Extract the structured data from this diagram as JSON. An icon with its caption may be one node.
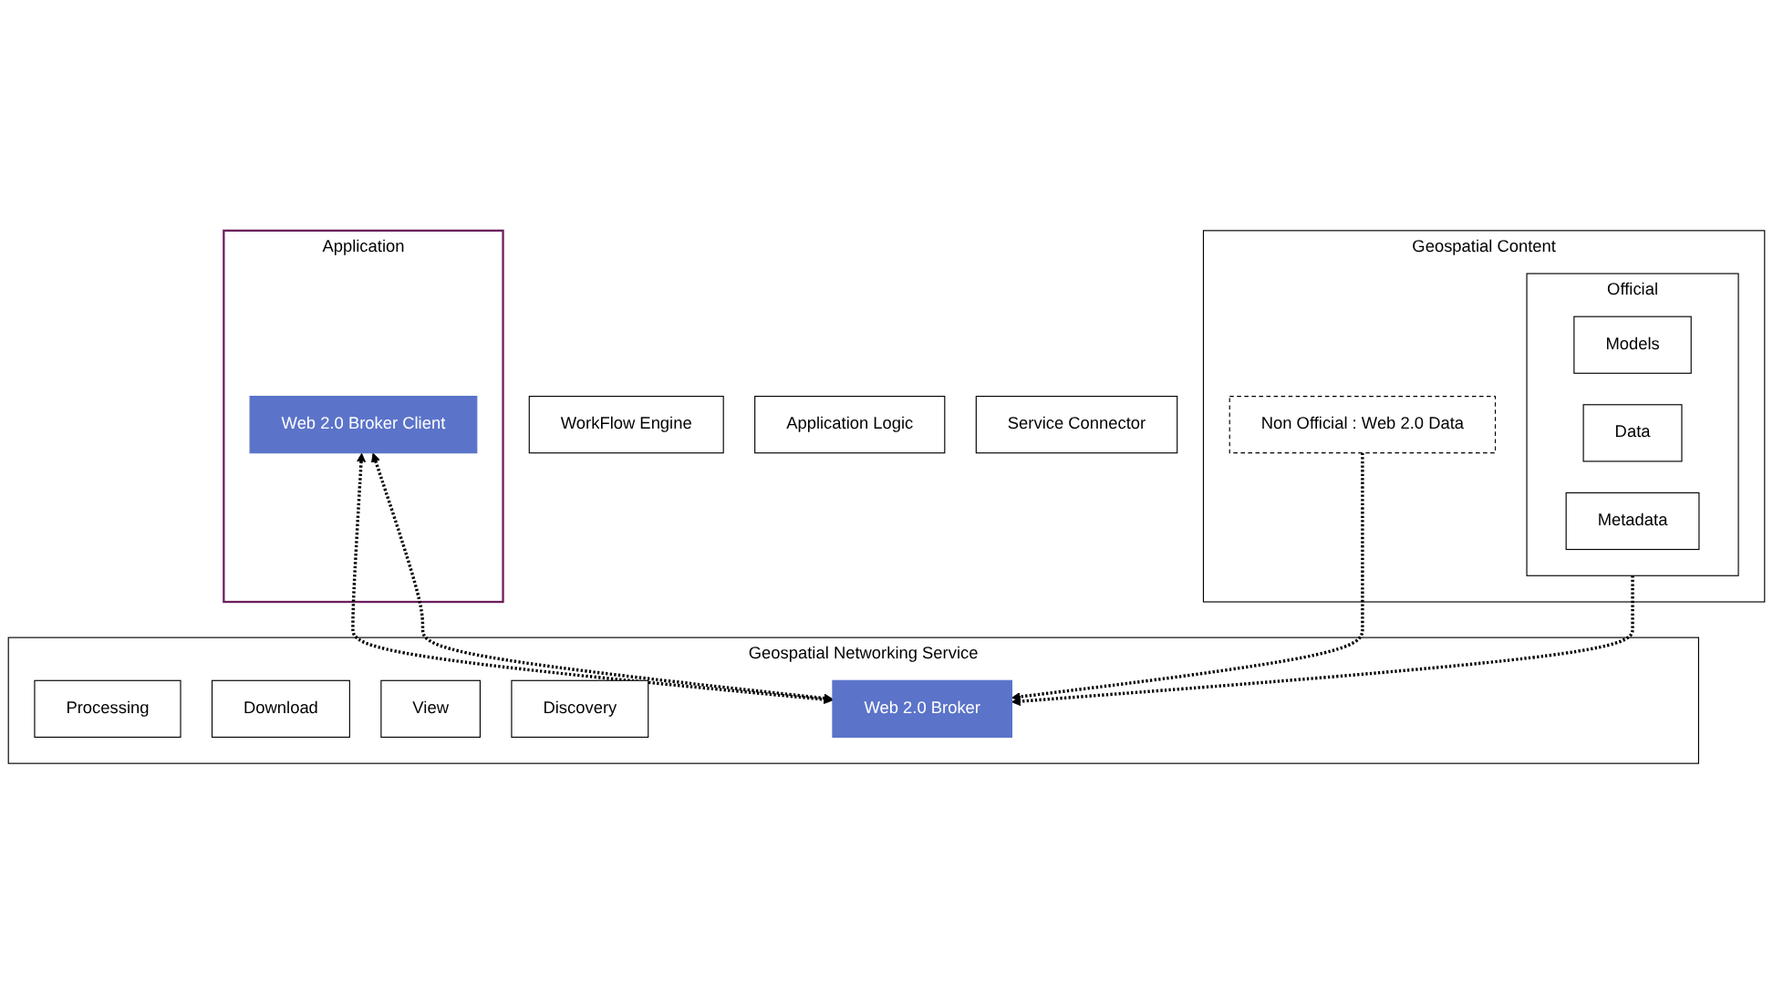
{
  "diagram": {
    "nodes": [
      {
        "text": [
          "Application"
        ]
      },
      {
        "text": [
          "Web 2.0 Broker Client"
        ],
        "in": 0
      },
      {
        "text": [
          "WorkFlow Engine"
        ]
      },
      {
        "text": [
          "Application Logic"
        ]
      },
      {
        "text": [
          "Service Connector"
        ]
      },
      {
        "text": [
          "Geospatial Networking Service"
        ]
      },
      {
        "text": [
          "Processing"
        ],
        "in": 5
      },
      {
        "text": [
          "Download"
        ],
        "in": 5
      },
      {
        "text": [
          "View"
        ],
        "in": 5
      },
      {
        "text": [
          "Discovery"
        ],
        "in": 5
      },
      {
        "text": [
          "Web 2.0 Broker"
        ],
        "in": 5
      },
      {
        "text": [
          "Geospatial Content"
        ]
      },
      {
        "text": [
          "Official"
        ],
        "in": 11
      },
      {
        "text": [
          "Models"
        ],
        "in": 12
      },
      {
        "text": [
          "Data"
        ],
        "in": 12
      },
      {
        "text": [
          "Metadata"
        ],
        "in": 12
      },
      {
        "text": [
          "Non Official  : Web 2.0 Data"
        ],
        "in": 11
      }
    ],
    "edges": [
      {
        "from": 1,
        "to": 10,
        "arrow": "both",
        "style": "dashed"
      },
      {
        "from": 1,
        "to": 10,
        "arrow": "both",
        "style": "dashed"
      },
      {
        "from": 12,
        "to": 10,
        "arrow": "to",
        "style": "dashed"
      },
      {
        "from": 16,
        "to": 10,
        "arrow": "to",
        "style": "dashed"
      }
    ]
  }
}
